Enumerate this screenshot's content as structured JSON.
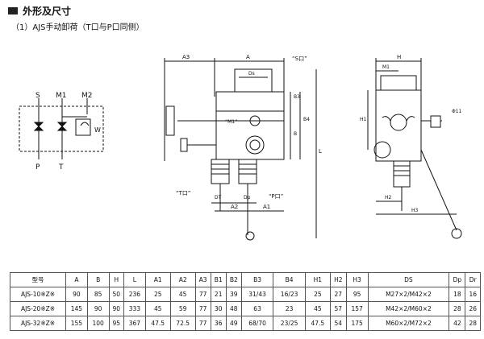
{
  "header": {
    "title": "外形及尺寸",
    "subtitle": "（1）AJS手动卸荷（T口与P口同侧）"
  },
  "schematic": {
    "labels": [
      "S",
      "M1",
      "M2",
      "P",
      "T",
      "W"
    ]
  },
  "drawing_labels": {
    "a3": "A3",
    "a": "A",
    "s_port": "“S口”",
    "ds": "Ds",
    "b3": "B3",
    "b4": "B4",
    "b": "B",
    "l": "L",
    "m1_port": "“M1”",
    "t_port": "“T口”",
    "p_port": "“P口”",
    "dt": "DT",
    "dp": "Dp",
    "a2": "A2",
    "a1": "A1",
    "h": "H",
    "m1": "M1",
    "phi11": "Φ11",
    "h1": "H1",
    "h2": "H2",
    "h3": "H3"
  },
  "table": {
    "headers": [
      "型号",
      "A",
      "B",
      "H",
      "L",
      "A1",
      "A2",
      "A3",
      "B1",
      "B2",
      "B3",
      "B4",
      "H1",
      "H2",
      "H3",
      "DS",
      "Dp",
      "Dr"
    ],
    "rows": [
      [
        "AJS-10※Z※",
        "90",
        "85",
        "50",
        "236",
        "25",
        "45",
        "77",
        "21",
        "39",
        "31/43",
        "16/23",
        "25",
        "27",
        "95",
        "M27×2/M42×2",
        "18",
        "16"
      ],
      [
        "AJS-20※Z※",
        "145",
        "90",
        "90",
        "333",
        "45",
        "59",
        "77",
        "30",
        "48",
        "63",
        "23",
        "45",
        "57",
        "157",
        "M42×2/M60×2",
        "28",
        "26"
      ],
      [
        "AJS-32※Z※",
        "155",
        "100",
        "95",
        "367",
        "47.5",
        "72.5",
        "77",
        "36",
        "49",
        "68/70",
        "23/25",
        "47.5",
        "54",
        "175",
        "M60×2/M72×2",
        "42",
        "28"
      ]
    ]
  }
}
